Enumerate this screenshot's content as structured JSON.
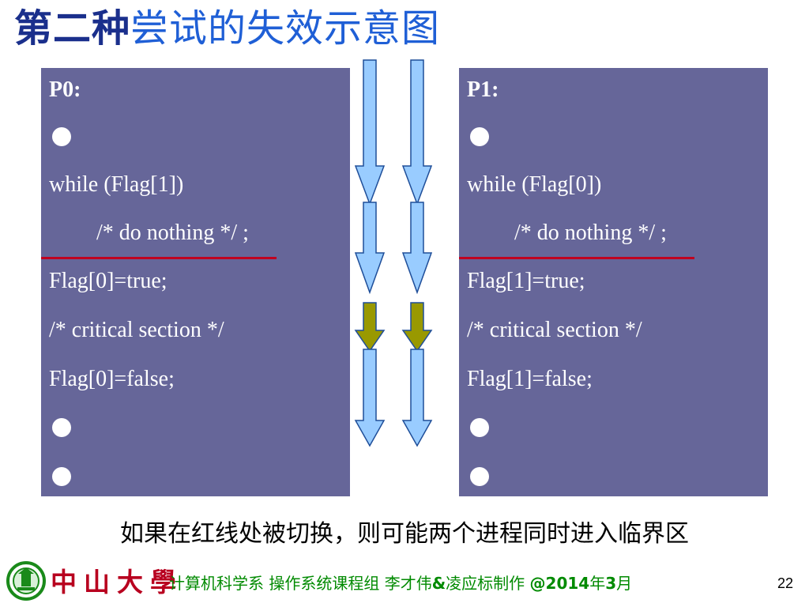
{
  "slide": {
    "title_part1": "第二种",
    "title_part2": "尝试的失效示意图",
    "caption": "如果在红线处被切换，则可能两个进程同时进入临界区",
    "page_number": "22"
  },
  "panels": {
    "p0": {
      "heading": "P0:",
      "while_line": "while (Flag[1])",
      "do_nothing": "/* do nothing */  ;",
      "set_true": "Flag[0]=true;",
      "critical": "/* critical section */",
      "set_false": "Flag[0]=false;"
    },
    "p1": {
      "heading": "P1:",
      "while_line": "while (Flag[0])",
      "do_nothing": "/* do nothing */  ;",
      "set_true": "Flag[1]=true;",
      "critical": "/* critical section */",
      "set_false": "Flag[1]=false;"
    }
  },
  "footer": {
    "logo_text": "中山大學",
    "credit_part1": "计算机科学系 操作系统课程组 李才伟",
    "credit_amp": "&",
    "credit_part2": "凌应标制作 ",
    "credit_year_prefix": "@2014",
    "credit_year_char": "年",
    "credit_month_num": "3",
    "credit_month_char": "月"
  },
  "colors": {
    "panel_bg": "#666699",
    "red_line": "#c00020",
    "arrow_blue": "#99ccff",
    "arrow_olive": "#999900",
    "title_dark_blue": "#1a2f8c",
    "title_blue": "#1f5fd6",
    "footer_green": "#008a00",
    "logo_red": "#b8001f"
  }
}
